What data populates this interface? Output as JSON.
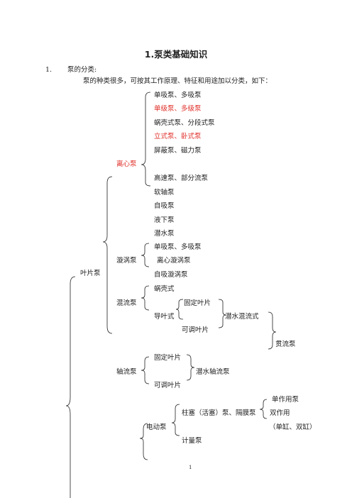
{
  "page": {
    "title": "1.泵类基础知识",
    "section_no": "1.",
    "section_label": "泵的分类:",
    "intro": "泵的种类很多，可按其工作原理、特征和用途加以分类，如下：",
    "page_number": "1"
  },
  "tree": {
    "vane_pump": "叶片泵",
    "centrifugal": {
      "label": "离心泵",
      "items": [
        "单吸泵、多吸泵",
        "单级泵、多级泵",
        "蜗壳式泵、分段式泵",
        "立式泵、卧式泵",
        "屏蔽泵、磁力泵",
        "高速泵、部分流泵"
      ]
    },
    "others": [
      "软轴泵",
      "自吸泵",
      "液下泵",
      "潜水泵"
    ],
    "vortex": {
      "label": "漩涡泵",
      "items": [
        "单吸泵、多吸泵",
        "离心漩涡泵",
        "自吸漩涡泵"
      ]
    },
    "mixed": {
      "label": "混流泵",
      "volute": "蜗壳式",
      "guide_vane": "导叶式",
      "fixed_blade": "固定叶片",
      "adjustable_blade": "可调叶片",
      "submersible": "潜水混流式",
      "tubular": "贯流泵"
    },
    "axial": {
      "label": "轴流泵",
      "fixed_blade": "固定叶片",
      "adjustable_blade": "可调叶片",
      "submersible": "潜水轴流泵"
    },
    "electric": {
      "label": "电动泵",
      "piston": "柱塞（活塞）泵、隔膜泵",
      "single_acting": "单作用泵",
      "double_acting": "双作用",
      "cylinder_note": "（单缸、双缸）",
      "metering": "计量泵"
    }
  }
}
